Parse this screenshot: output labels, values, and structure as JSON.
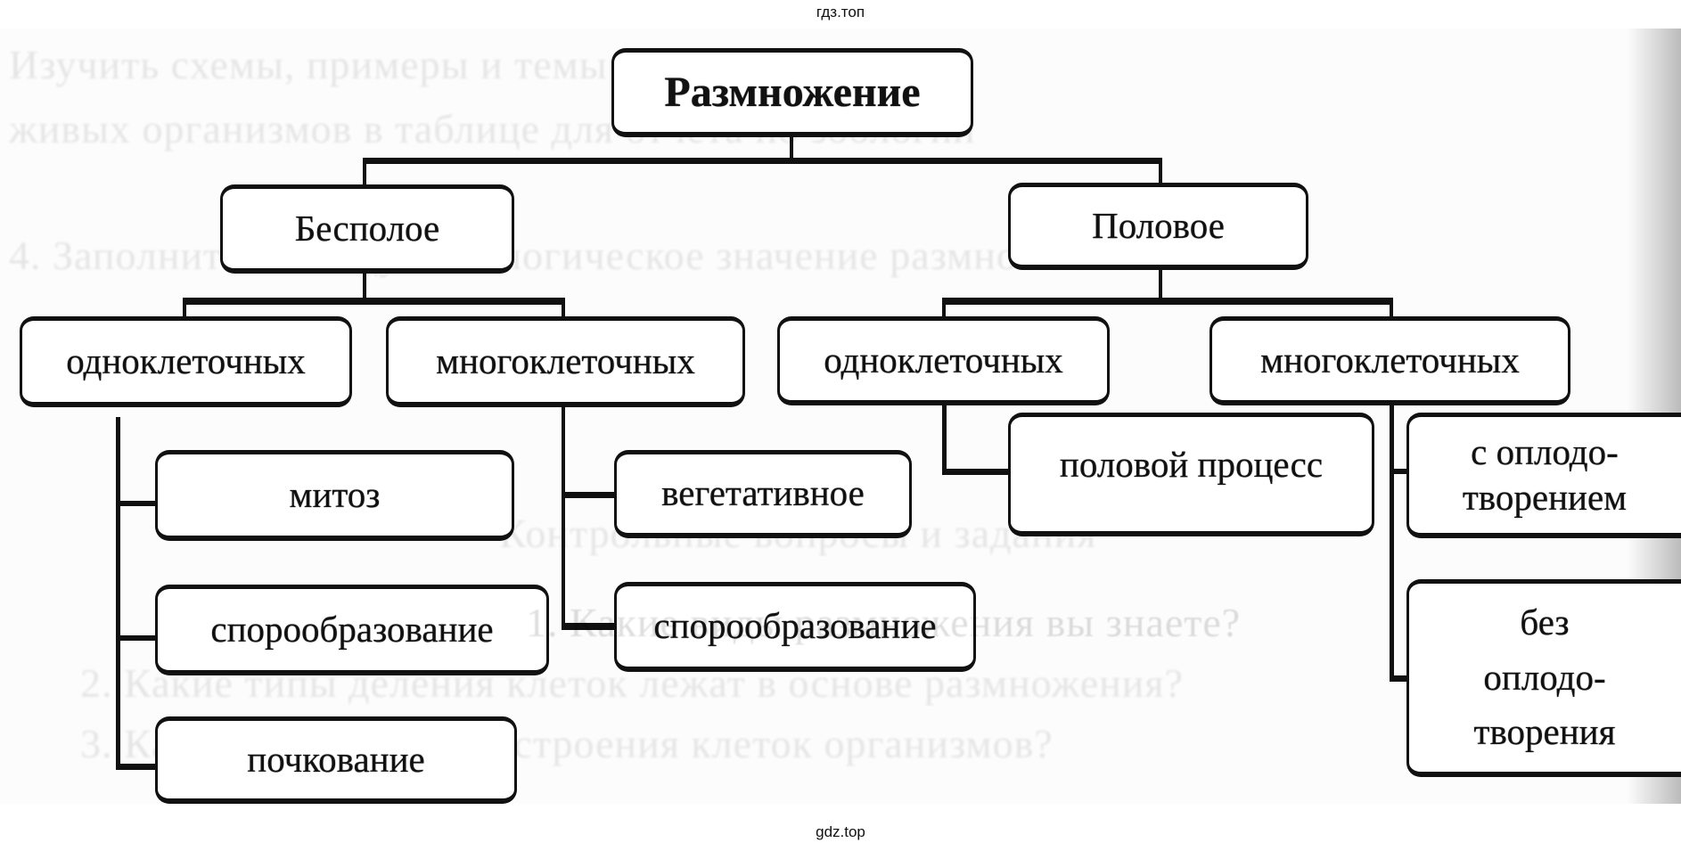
{
  "watermark_top": "гдз.топ",
  "watermark_bottom": "gdz.top",
  "background_text": [
    "Изучить схемы, примеры и темы по размножению",
    "живых организмов в таблице для отчета по зоологии",
    "4. Заполнить таблицу «Биологическое значение размножения»",
    "Контрольные вопросы и задания",
    "1. Какие виды размножения вы знаете?",
    "2. Какие типы деления клеток лежат в основе размножения?",
    "3. Каковы особенности строения клеток организмов?"
  ],
  "diagram": {
    "root": "Размножение",
    "asexual": {
      "label": "Бесполое",
      "unicellular": {
        "label": "одноклеточных",
        "items": [
          "митоз",
          "спорообразование",
          "почкование"
        ]
      },
      "multicellular": {
        "label": "многоклеточных",
        "items": [
          "вегетативное",
          "спорообразование"
        ]
      }
    },
    "sexual": {
      "label": "Половое",
      "unicellular": {
        "label": "одноклеточных",
        "items": [
          "половой процесс"
        ]
      },
      "multicellular": {
        "label": "многоклеточных",
        "items": [
          "с оплодо-\nтворением",
          "без\nоплодо-\nтворения"
        ]
      }
    }
  }
}
